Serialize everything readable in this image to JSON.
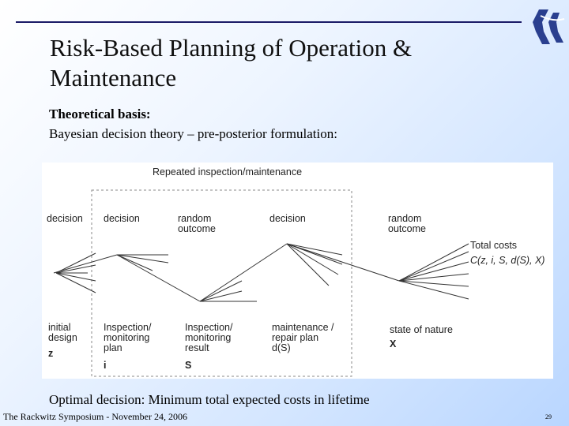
{
  "slide": {
    "title_line1": "Risk-Based Planning of Operation &",
    "title_line2": "Maintenance",
    "subtitle_bold": "Theoretical basis:",
    "subtitle": "Bayesian decision theory – pre-posterior formulation:",
    "bottom_text": "Optimal decision: Minimum total expected costs in lifetime",
    "footer": "The Rackwitz Symposium - November 24, 2006",
    "page_number": "29"
  },
  "diagram": {
    "repeated_label": "Repeated inspection/maintenance",
    "nodes": [
      {
        "label": "decision"
      },
      {
        "label": "decision"
      },
      {
        "label": "random\noutcome"
      },
      {
        "label": "decision"
      },
      {
        "label": "random\noutcome"
      }
    ],
    "total_costs_label": "Total costs",
    "total_costs_formula": "C(z, i, S, d(S), X)",
    "bottom_labels": [
      {
        "text": "initial\ndesign"
      },
      {
        "text": "z"
      },
      {
        "text": "Inspection/\nmonitoring\nplan"
      },
      {
        "text": "i"
      },
      {
        "text": "Inspection/\nmonitoring\nresult"
      },
      {
        "text": "S"
      },
      {
        "text": "maintenance /\nrepair plan\nd(S)"
      },
      {
        "text": "state of nature"
      },
      {
        "text": "X"
      }
    ]
  },
  "colors": {
    "title_rule": "#1a1a66",
    "diagram_lines": "#333333",
    "dashed_box": "#888888",
    "logo": "#2a3f8f"
  }
}
